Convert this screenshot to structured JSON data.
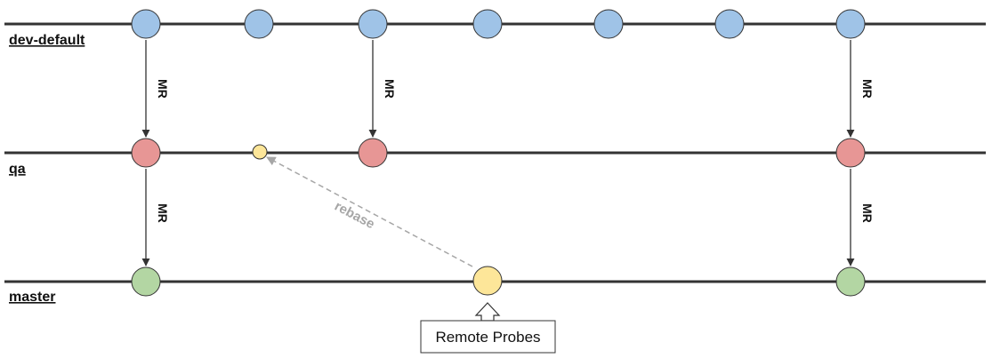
{
  "branches": [
    {
      "id": "dev",
      "label": "dev-default"
    },
    {
      "id": "qa",
      "label": "qa"
    },
    {
      "id": "master",
      "label": "master"
    }
  ],
  "merge_label": "MR",
  "rebase_label": "rebase",
  "callout": {
    "text": "Remote Probes"
  },
  "colors": {
    "dev_commit": "#9fc3e7",
    "qa_commit": "#e79695",
    "master_commit": "#b3d6a3",
    "probe_commit": "#fde699",
    "line": "#333333",
    "rebase_line": "#a6a6a6"
  }
}
